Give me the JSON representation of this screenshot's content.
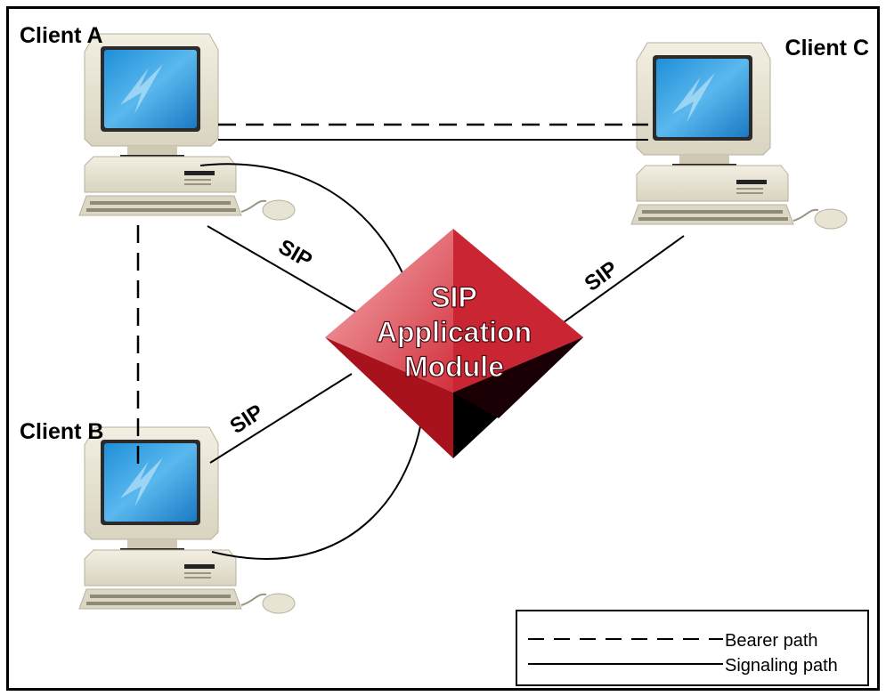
{
  "clients": {
    "a": "Client A",
    "b": "Client B",
    "c": "Client C"
  },
  "links": {
    "a_module": "SIP",
    "b_module": "SIP",
    "c_module": "SIP"
  },
  "module": {
    "line1": "SIP",
    "line2": "Application",
    "line3": "Module",
    "colors": {
      "light": "#e8606a",
      "main": "#cf2a36",
      "dark": "#8a0f18",
      "shadow": "#000000"
    }
  },
  "legend": {
    "bearer": "Bearer path",
    "signaling": "Signaling path"
  }
}
